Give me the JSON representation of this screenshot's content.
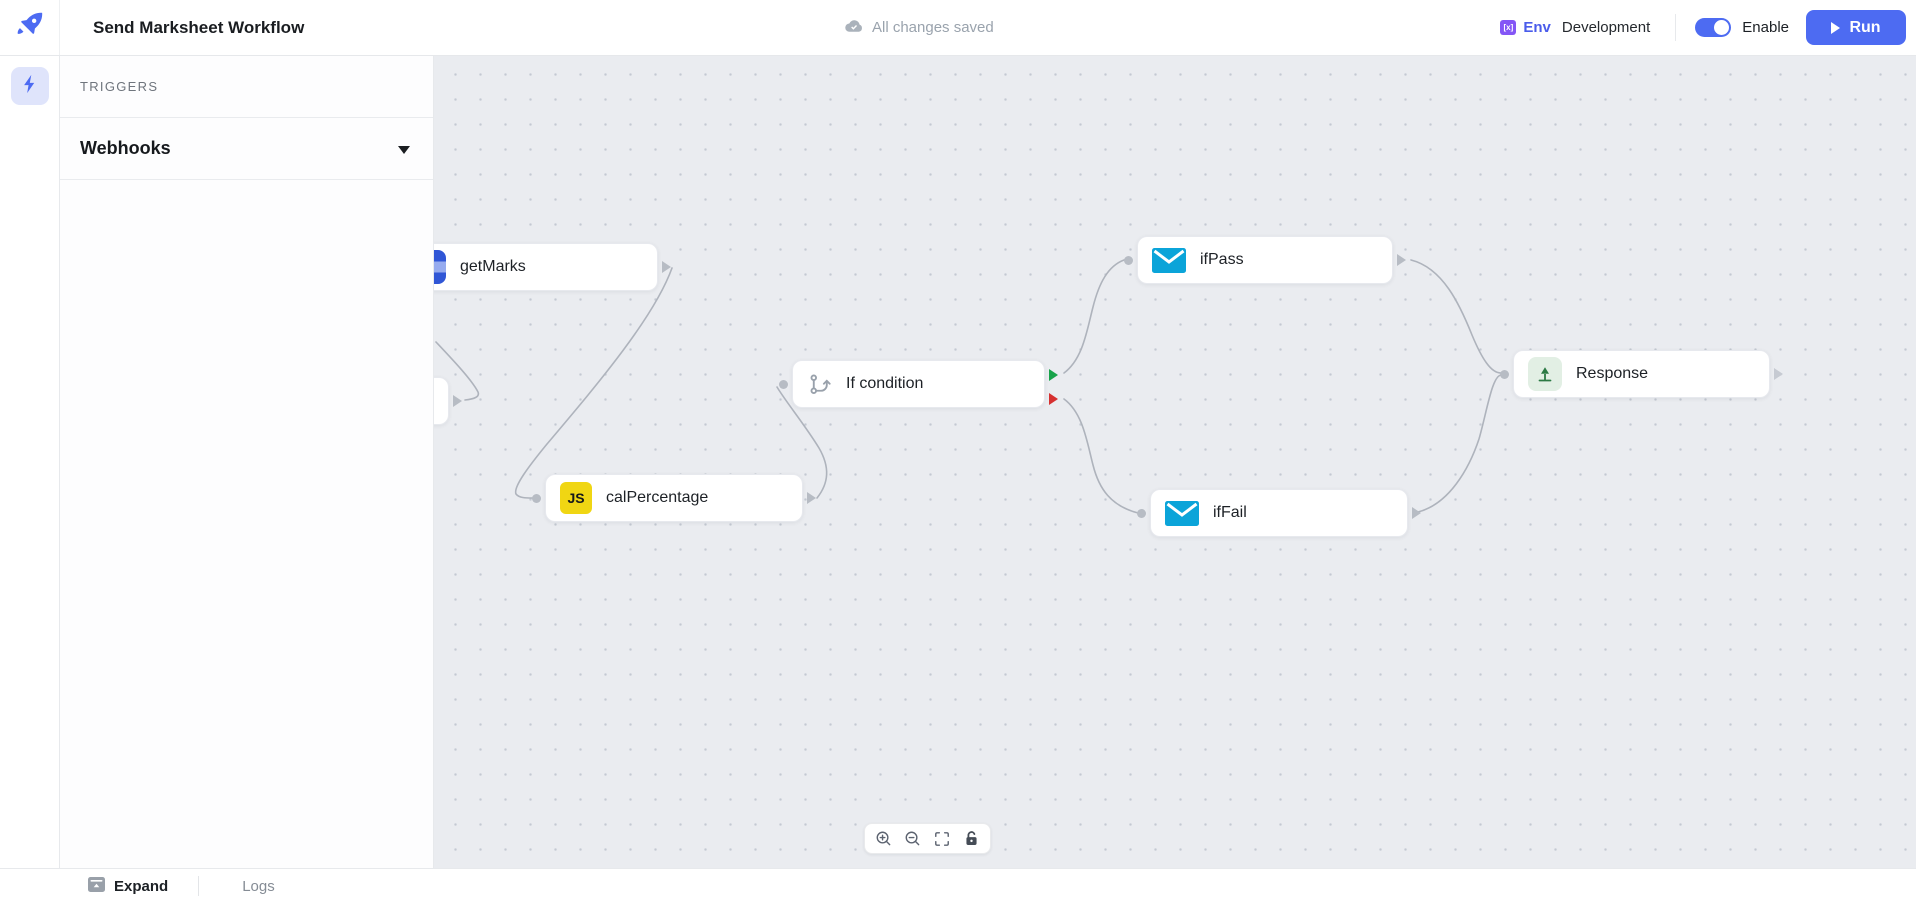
{
  "topbar": {
    "title": "Send Marksheet Workflow",
    "save_status": "All changes saved",
    "env_badge_text": "[x]",
    "env_label": "Env",
    "env_value": "Development",
    "enable_label": "Enable",
    "run_label": "Run"
  },
  "sidebar": {
    "section_header": "TRIGGERS",
    "items": [
      {
        "label": "Webhooks"
      }
    ]
  },
  "canvas": {
    "nodes": [
      {
        "label": "getMarks",
        "icon": "rest-api-icon"
      },
      {
        "label": "calPercentage",
        "icon": "javascript-icon",
        "icon_text": "JS"
      },
      {
        "label": "If condition",
        "icon": "branch-icon"
      },
      {
        "label": "ifPass",
        "icon": "email-icon"
      },
      {
        "label": "ifFail",
        "icon": "email-icon"
      },
      {
        "label": "Response",
        "icon": "response-icon"
      }
    ],
    "toolbar_icons": [
      "zoom-in-icon",
      "zoom-out-icon",
      "fit-view-icon",
      "lock-icon"
    ]
  },
  "footer": {
    "expand_label": "Expand",
    "logs_label": "Logs"
  },
  "colors": {
    "primary": "#4d6bf2",
    "env_badge": "#8456f6",
    "success_handle": "#18a34a",
    "danger_handle": "#d63030",
    "email_icon": "#0ba4d9",
    "js_yellow": "#f0d613",
    "canvas_bg": "#eaecf0"
  }
}
